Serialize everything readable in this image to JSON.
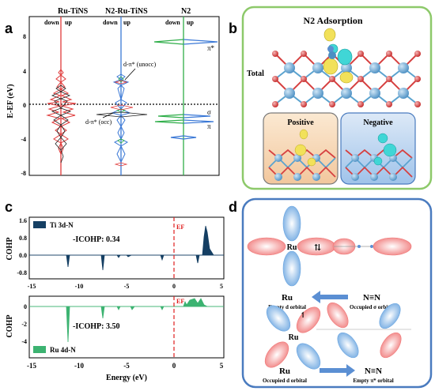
{
  "panels": {
    "a": {
      "letter": "a",
      "columns": [
        "Ru-TiNS",
        "N2-Ru-TiNS",
        "N2"
      ],
      "spin_labels": {
        "down": "down",
        "up": "up"
      },
      "ylabel": "E-EF (eV)",
      "yticks": [
        "8",
        "4",
        "0",
        "-4",
        "-8"
      ],
      "annotations": {
        "unocc": "d-π* (unocc)",
        "occ": "d-π* (occ)",
        "pi_star": "π*",
        "sigma": "σ",
        "pi": "π"
      },
      "colors": {
        "ru_tins": "#e03a3a",
        "n2_ru_tins": "#3a78d6",
        "n2": "#2fae49"
      }
    },
    "b": {
      "letter": "b",
      "title": "N2 Adsorption",
      "total_label": "Total",
      "positive_label": "Positive",
      "negative_label": "Negative",
      "colors": {
        "frame": "#8dc96a",
        "ti": "#5ba3cf",
        "o": "#d93a3a",
        "positive": "#f2e15a",
        "negative": "#40d6d6"
      }
    },
    "c": {
      "letter": "c",
      "top": {
        "legend": "Ti 3d-N",
        "icohp": "-ICOHP: 0.34",
        "ef": "EF",
        "yticks": [
          "1.6",
          "0.8",
          "0.0",
          "-0.8"
        ],
        "color": "#153f63"
      },
      "bottom": {
        "legend": "Ru 4d-N",
        "icohp": "-ICOHP: 3.50",
        "ef": "EF",
        "yticks": [
          "0",
          "-2",
          "-4"
        ],
        "color": "#3cb371"
      },
      "ylabel": "COHP",
      "xlabel": "Energy (eV)",
      "xticks": [
        "-15",
        "-10",
        "-5",
        "0",
        "5"
      ]
    },
    "d": {
      "letter": "d",
      "top_atom": "Ru",
      "top_left_caption": "Ru",
      "top_left_sub": "Empty d orbital",
      "top_right_caption": "N≡N",
      "top_right_sub": "Occupied σ orbital",
      "bottom_atom": "Ru",
      "bottom_left_caption": "Ru",
      "bottom_left_sub": "Occupied d orbital",
      "bottom_right_caption": "N≡N",
      "bottom_right_sub": "Empty π* orbital",
      "spin_symbol": "⇅",
      "electron_mark": "↿",
      "colors": {
        "frame": "#4a7bbf",
        "red_lobe": "#f08a8a",
        "blue_lobe": "#7fb2e5",
        "arrow": "#5b8fd3"
      }
    }
  }
}
